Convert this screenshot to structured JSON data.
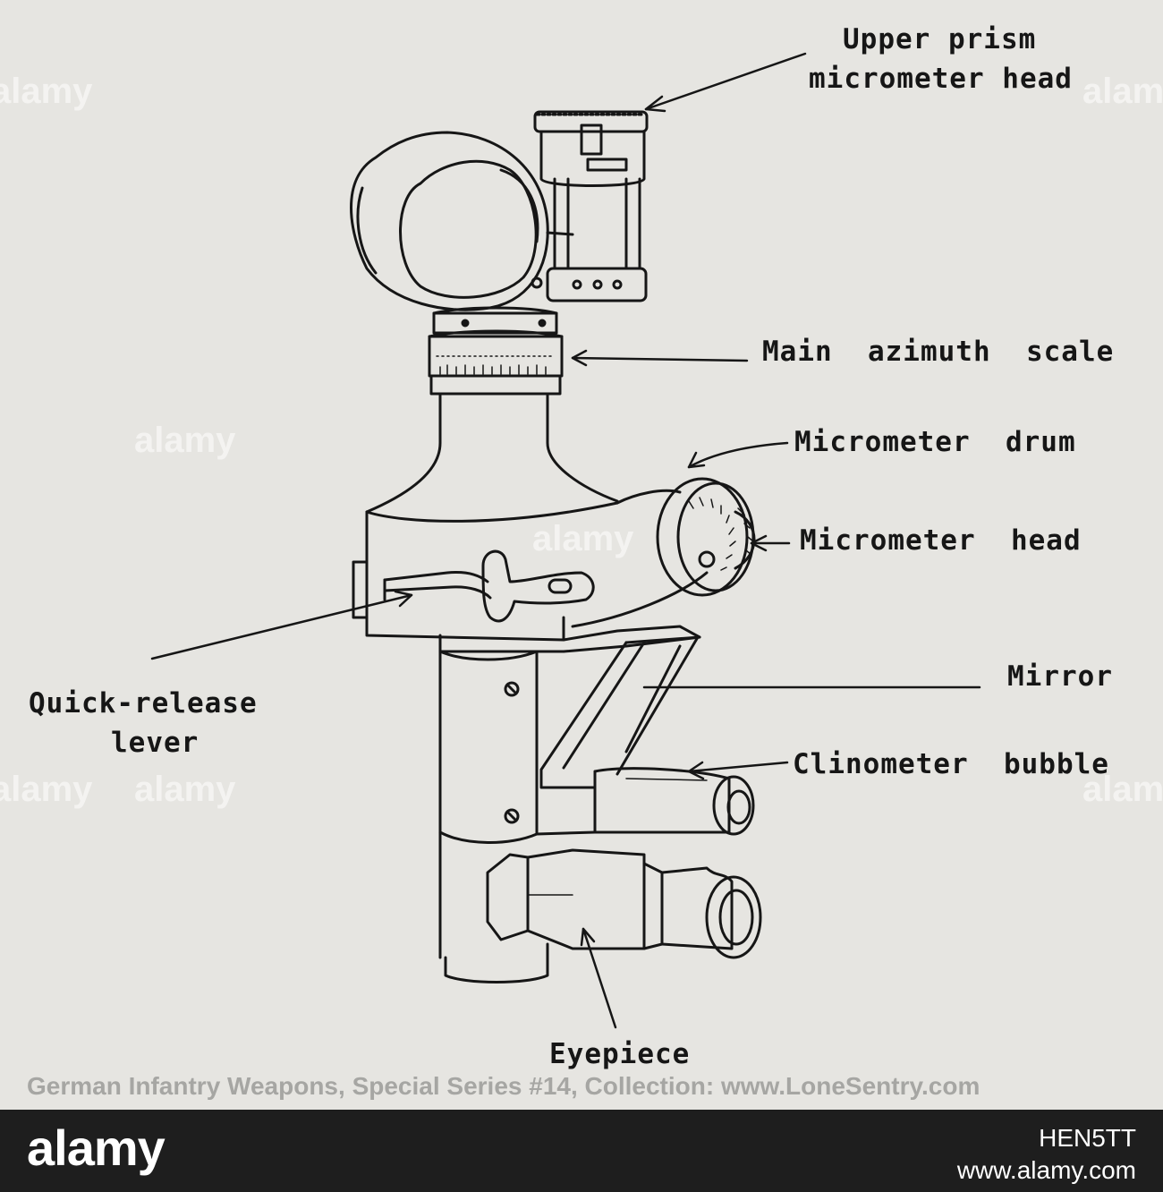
{
  "labels": {
    "upper_prism_line1": "Upper prism",
    "upper_prism_line2": "micrometer head",
    "main_azimuth": "Main  azimuth  scale",
    "micrometer_drum": "Micrometer  drum",
    "micrometer_head": "Micrometer  head",
    "mirror": "Mirror",
    "quick_release_line1": "Quick-release",
    "quick_release_line2": "lever",
    "clinometer": "Clinometer  bubble",
    "eyepiece": "Eyepiece"
  },
  "caption": "German Infantry Weapons, Special Series #14, Collection: www.LoneSentry.com",
  "watermark": "alamy",
  "footer": {
    "logo": "alamy",
    "image_id": "HEN5TT",
    "url": "www.alamy.com"
  },
  "colors": {
    "background": "#e6e5e1",
    "ink": "#161616",
    "footer": "#1e1e1e"
  }
}
